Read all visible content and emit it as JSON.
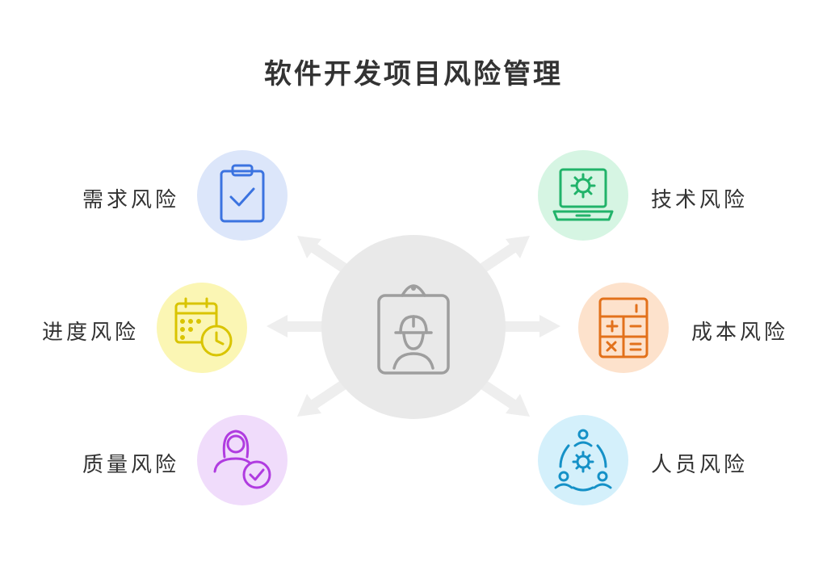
{
  "title": "软件开发项目风险管理",
  "center": {
    "icon": "project-manager-badge-icon",
    "color": "#9e9e9e",
    "bg": "#e9e9e9"
  },
  "risks": [
    {
      "label": "需求风险",
      "icon": "clipboard-check-icon",
      "color": "#3b73e0",
      "bg": "#dce6fa"
    },
    {
      "label": "进度风险",
      "icon": "calendar-clock-icon",
      "color": "#d9c400",
      "bg": "#fbf6b4"
    },
    {
      "label": "质量风险",
      "icon": "person-check-icon",
      "color": "#b03ce0",
      "bg": "#f0dcfb"
    },
    {
      "label": "技术风险",
      "icon": "laptop-gear-icon",
      "color": "#21b36a",
      "bg": "#d6f5e3"
    },
    {
      "label": "成本风险",
      "icon": "calculator-icon",
      "color": "#e2711b",
      "bg": "#fde2cc"
    },
    {
      "label": "人员风险",
      "icon": "team-gear-icon",
      "color": "#1591c7",
      "bg": "#d4f0fb"
    }
  ]
}
